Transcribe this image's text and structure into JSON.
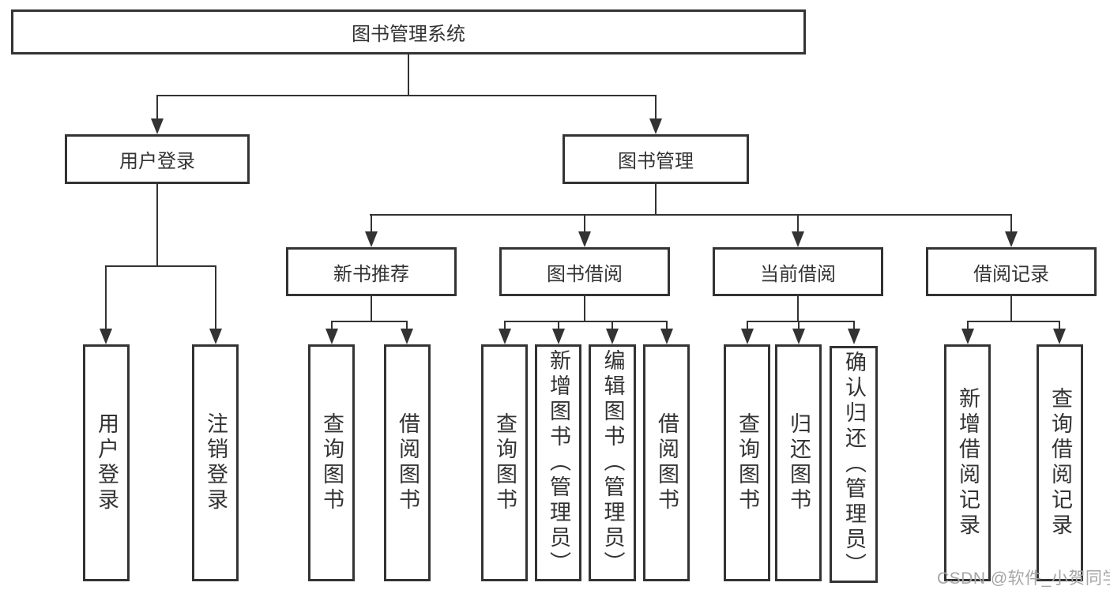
{
  "tree": {
    "label": "图书管理系统",
    "children": [
      {
        "label": "用户登录",
        "children": [
          {
            "label": "用户登录"
          },
          {
            "label": "注销登录"
          }
        ]
      },
      {
        "label": "图书管理",
        "children": [
          {
            "label": "新书推荐",
            "children": [
              {
                "label": "查询图书"
              },
              {
                "label": "借阅图书"
              }
            ]
          },
          {
            "label": "图书借阅",
            "children": [
              {
                "label": "查询图书"
              },
              {
                "label": "新增图书（管理员）"
              },
              {
                "label": "编辑图书（管理员）"
              },
              {
                "label": "借阅图书"
              }
            ]
          },
          {
            "label": "当前借阅",
            "children": [
              {
                "label": "查询图书"
              },
              {
                "label": "归还图书"
              },
              {
                "label": "确认归还（管理员）"
              }
            ]
          },
          {
            "label": "借阅记录",
            "children": [
              {
                "label": "新增借阅记录"
              },
              {
                "label": "查询借阅记录"
              }
            ]
          }
        ]
      }
    ]
  },
  "watermark": "CSDN @软件_小贺同学",
  "colors": {
    "line": "#333333",
    "box_border": "#333333",
    "box_fill": "#ffffff",
    "text": "#333333",
    "watermark": "#a6a6a6"
  }
}
